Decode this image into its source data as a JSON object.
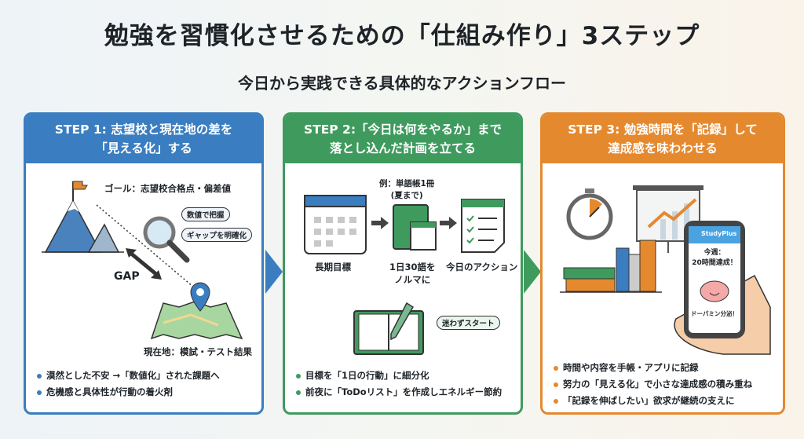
{
  "title": "勉強を習慣化させるための「仕組み作り」3ステップ",
  "subtitle": "今日から実践できる具体的なアクションフロー",
  "colors": {
    "step1": "#3a7dc0",
    "step2": "#3f9a5e",
    "step3": "#e5892f"
  },
  "step1": {
    "header_line1": "STEP 1: 志望校と現在地の差を",
    "header_line2": "「見える化」する",
    "goal_label": "ゴール：志望校合格点・偏差値",
    "pill1": "数値で把握",
    "pill2": "ギャップを明確化",
    "gap_label": "GAP",
    "current_label": "現在地：模試・テスト結果",
    "bullets": [
      "漠然とした不安 →「数値化」された課題へ",
      "危機感と具体性が行動の着火剤"
    ]
  },
  "step2": {
    "header_line1": "STEP 2:「今日は何をやるか」まで",
    "header_line2": "落とし込んだ計画を立てる",
    "example_line1": "例：単語帳1冊",
    "example_line2": "(夏まで)",
    "long_term": "長期目標",
    "quota_line1": "1日30語を",
    "quota_line2": "ノルマに",
    "today_action": "今日のアクション",
    "thought": "迷わずスタート",
    "bullets": [
      "目標を「1日の行動」に細分化",
      "前夜に「ToDoリスト」を作成しエネルギー節約"
    ]
  },
  "step3": {
    "header_line1": "STEP 3: 勉強時間を「記録」して",
    "header_line2": "達成感を味わわせる",
    "app_name": "StudyPlus",
    "phone_line1": "今週：",
    "phone_line2": "20時間達成！",
    "phone_line3": "ドーパミン分泌！",
    "bullets": [
      "時間や内容を手帳・アプリに記録",
      "努力の「見える化」で小さな達成感の積み重ね",
      "「記録を伸ばしたい」欲求が継続の支えに"
    ]
  }
}
